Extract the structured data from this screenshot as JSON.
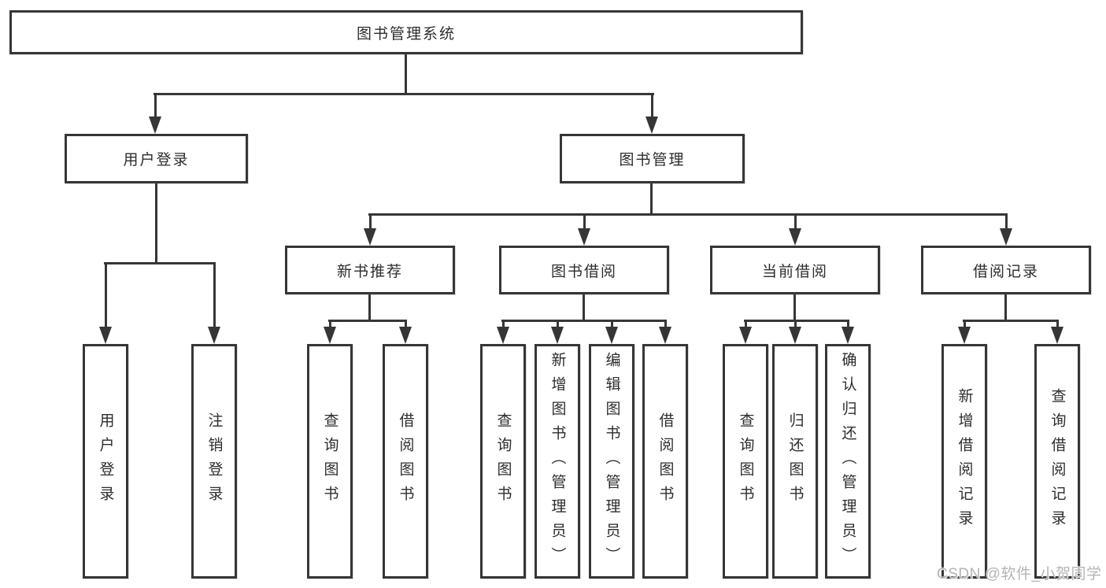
{
  "colors": {
    "background": "#ffffff",
    "line": "#363636",
    "box_border": "#363636",
    "text": "#2d2d2d",
    "watermark": "#b4b4b4"
  },
  "tree": {
    "type": "org-tree",
    "root": {
      "label": "图书管理系统"
    },
    "level2": [
      {
        "label": "用户登录",
        "parent": "图书管理系统"
      },
      {
        "label": "图书管理",
        "parent": "图书管理系统"
      }
    ],
    "level3": [
      {
        "label": "新书推荐",
        "parent": "图书管理"
      },
      {
        "label": "图书借阅",
        "parent": "图书管理"
      },
      {
        "label": "当前借阅",
        "parent": "图书管理"
      },
      {
        "label": "借阅记录",
        "parent": "图书管理"
      }
    ],
    "leaves": [
      {
        "label": "用户登录",
        "parent": "用户登录"
      },
      {
        "label": "注销登录",
        "parent": "用户登录"
      },
      {
        "label": "查询图书",
        "parent": "新书推荐"
      },
      {
        "label": "借阅图书",
        "parent": "新书推荐"
      },
      {
        "label": "查询图书",
        "parent": "图书借阅"
      },
      {
        "label": "新增图书（管理员）",
        "parent": "图书借阅"
      },
      {
        "label": "编辑图书（管理员）",
        "parent": "图书借阅"
      },
      {
        "label": "借阅图书",
        "parent": "图书借阅"
      },
      {
        "label": "查询图书",
        "parent": "当前借阅"
      },
      {
        "label": "归还图书",
        "parent": "当前借阅"
      },
      {
        "label": "确认归还（管理员）",
        "parent": "当前借阅"
      },
      {
        "label": "新增借阅记录",
        "parent": "借阅记录"
      },
      {
        "label": "查询借阅记录",
        "parent": "借阅记录"
      }
    ]
  },
  "watermark": {
    "text": "CSDN @软件_小贺同学"
  }
}
